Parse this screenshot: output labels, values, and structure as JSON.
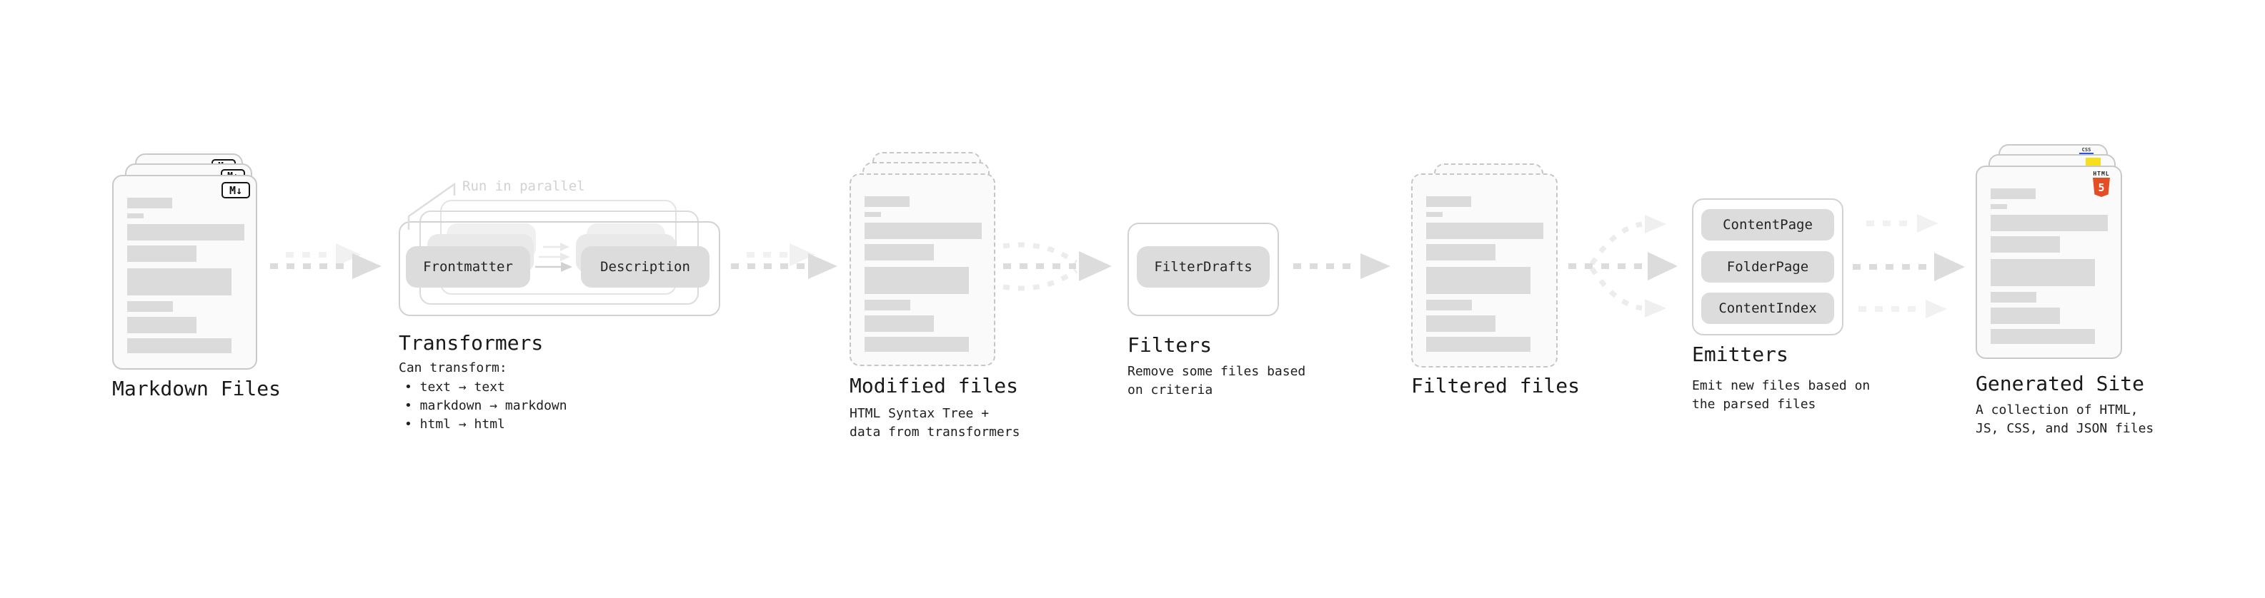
{
  "colors": {
    "html5_orange": "#e44d26",
    "js_yellow": "#f7df1e",
    "css_blue": "#2d53e0",
    "pill_gray": "#dcdcdc",
    "bar_gray": "#dbdbdb"
  },
  "stages": {
    "markdown": {
      "title": "Markdown Files",
      "badge": "M↓"
    },
    "transformers": {
      "annotation": "Run in parallel",
      "input_pill": "Frontmatter",
      "output_pill": "Description",
      "title": "Transformers",
      "desc_heading": "Can transform:",
      "bullets": [
        "• text → text",
        "• markdown → markdown",
        "• html → html"
      ]
    },
    "modified": {
      "title": "Modified files",
      "desc": [
        "HTML Syntax Tree +",
        "data from transformers"
      ]
    },
    "filters": {
      "pill": "FilterDrafts",
      "title": "Filters",
      "desc": [
        "Remove some files based",
        "on criteria"
      ]
    },
    "filtered": {
      "title": "Filtered files"
    },
    "emitters": {
      "pills": [
        "ContentPage",
        "FolderPage",
        "ContentIndex"
      ],
      "title": "Emitters",
      "desc": [
        "Emit new files based on",
        "the parsed files"
      ]
    },
    "generated": {
      "title": "Generated Site",
      "badge_html5_text": "HTML",
      "badge_html5_number": "5",
      "badge_css_text": "CSS",
      "desc": [
        "A collection of HTML,",
        "JS, CSS, and JSON files"
      ]
    }
  }
}
